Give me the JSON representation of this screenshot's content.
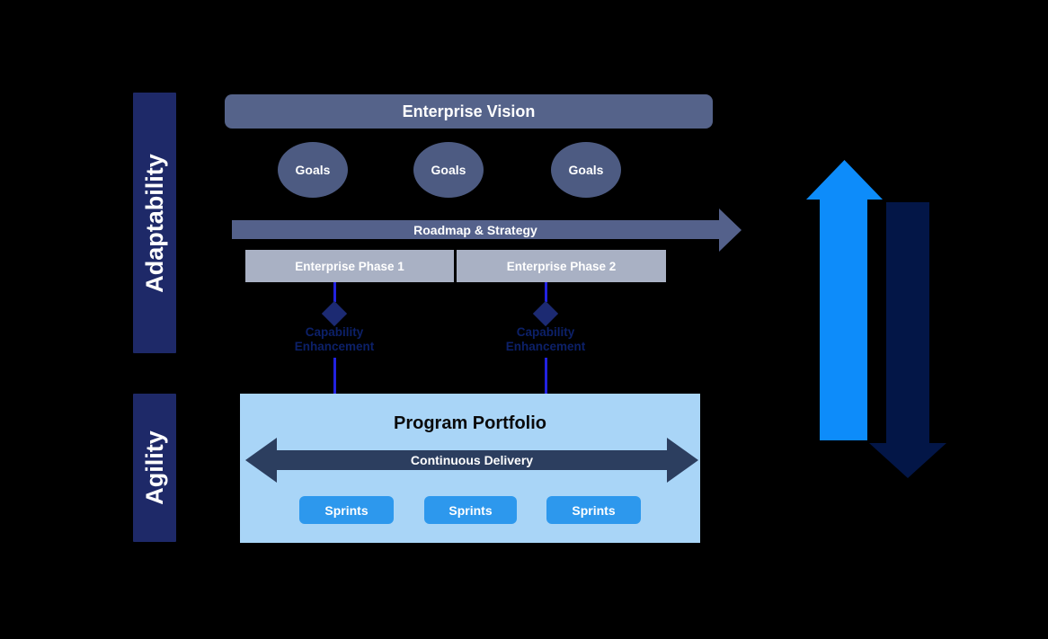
{
  "colors": {
    "background": "#000000",
    "band": "#1e2968",
    "vision_bar": "#55638a",
    "goal_ellipse": "#4d5b82",
    "roadmap_arrow": "#54618b",
    "phase_box": "#a9b1c4",
    "diamond": "#1c2a72",
    "capability_text": "#0c2068",
    "connector": "#2222e0",
    "portfolio_bg": "#a9d5f7",
    "delivery_arrow": "#2c3e5f",
    "sprint_button": "#2d98ed",
    "up_arrow": "#0d8cfa",
    "down_arrow": "#031647"
  },
  "bands": {
    "adaptability": "Adaptability",
    "agility": "Agility"
  },
  "vision": {
    "title": "Enterprise Vision"
  },
  "goals": [
    {
      "label": "Goals"
    },
    {
      "label": "Goals"
    },
    {
      "label": "Goals"
    }
  ],
  "roadmap": {
    "label": "Roadmap & Strategy"
  },
  "phases": [
    {
      "label": "Enterprise Phase 1"
    },
    {
      "label": "Enterprise Phase 2"
    }
  ],
  "capabilities": [
    {
      "line1": "Capability",
      "line2": "Enhancement"
    },
    {
      "line1": "Capability",
      "line2": "Enhancement"
    }
  ],
  "portfolio": {
    "title": "Program Portfolio",
    "delivery_label": "Continuous Delivery",
    "sprints": [
      {
        "label": "Sprints"
      },
      {
        "label": "Sprints"
      },
      {
        "label": "Sprints"
      }
    ]
  }
}
